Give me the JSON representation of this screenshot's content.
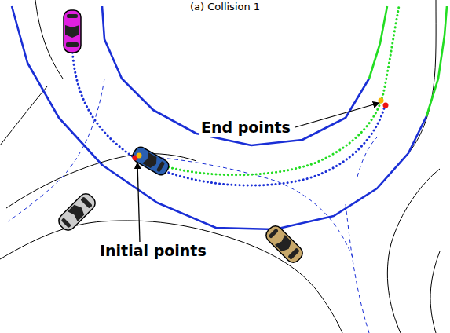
{
  "diagram": {
    "title": "(a) Collision 1",
    "labels": [
      "End points",
      "Initial points"
    ]
  }
}
